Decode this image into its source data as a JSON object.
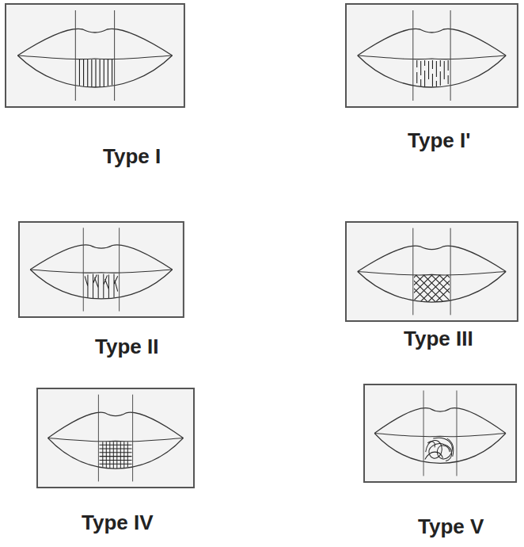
{
  "diagram": {
    "labels": [
      "Type I",
      "Type I'",
      "Type II",
      "Type III",
      "Type IV",
      "Type V"
    ]
  }
}
